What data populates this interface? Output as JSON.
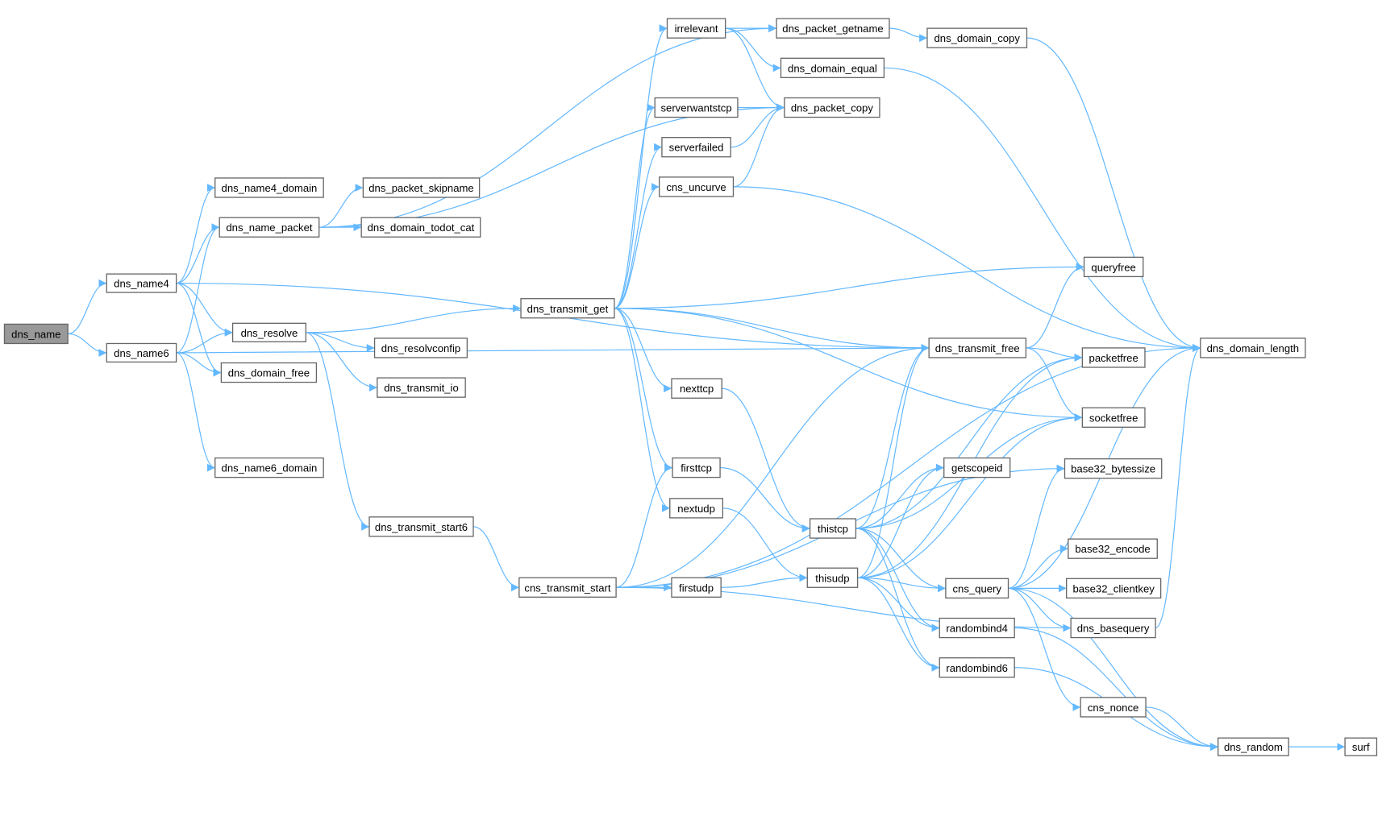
{
  "diagram": {
    "type": "call-graph",
    "root": "dns_name",
    "colors": {
      "edge": "#63b8ff",
      "root_fill": "#999999",
      "node_border": "#666666"
    },
    "nodes": [
      "dns_name",
      "dns_name4",
      "dns_name6",
      "dns_name4_domain",
      "dns_name_packet",
      "dns_resolve",
      "dns_domain_free",
      "dns_name6_domain",
      "dns_packet_skipname",
      "dns_domain_todot_cat",
      "dns_resolvconfip",
      "dns_transmit_io",
      "dns_transmit_start6",
      "dns_transmit_get",
      "cns_transmit_start",
      "irrelevant",
      "serverwantstcp",
      "serverfailed",
      "cns_uncurve",
      "nexttcp",
      "firsttcp",
      "nextudp",
      "firstudp",
      "dns_packet_getname",
      "dns_domain_equal",
      "dns_packet_copy",
      "thistcp",
      "thisudp",
      "dns_domain_copy",
      "dns_transmit_free",
      "getscopeid",
      "cns_query",
      "randombind4",
      "randombind6",
      "queryfree",
      "packetfree",
      "socketfree",
      "base32_bytessize",
      "base32_encode",
      "base32_clientkey",
      "dns_basequery",
      "cns_nonce",
      "dns_domain_length",
      "dns_random",
      "surf"
    ],
    "edges": [
      [
        "dns_name",
        "dns_name4"
      ],
      [
        "dns_name",
        "dns_name6"
      ],
      [
        "dns_name4",
        "dns_name4_domain"
      ],
      [
        "dns_name4",
        "dns_name_packet"
      ],
      [
        "dns_name4",
        "dns_resolve"
      ],
      [
        "dns_name4",
        "dns_domain_free"
      ],
      [
        "dns_name4",
        "dns_transmit_free"
      ],
      [
        "dns_name6",
        "dns_name_packet"
      ],
      [
        "dns_name6",
        "dns_resolve"
      ],
      [
        "dns_name6",
        "dns_domain_free"
      ],
      [
        "dns_name6",
        "dns_name6_domain"
      ],
      [
        "dns_name6",
        "dns_transmit_free"
      ],
      [
        "dns_name_packet",
        "dns_packet_getname"
      ],
      [
        "dns_name_packet",
        "dns_packet_copy"
      ],
      [
        "dns_name_packet",
        "dns_packet_skipname"
      ],
      [
        "dns_name_packet",
        "dns_domain_todot_cat"
      ],
      [
        "dns_resolve",
        "dns_transmit_get"
      ],
      [
        "dns_resolve",
        "dns_resolvconfip"
      ],
      [
        "dns_resolve",
        "dns_transmit_io"
      ],
      [
        "dns_resolve",
        "dns_transmit_start6"
      ],
      [
        "dns_transmit_start6",
        "cns_transmit_start"
      ],
      [
        "dns_transmit_get",
        "irrelevant"
      ],
      [
        "dns_transmit_get",
        "serverwantstcp"
      ],
      [
        "dns_transmit_get",
        "serverfailed"
      ],
      [
        "dns_transmit_get",
        "cns_uncurve"
      ],
      [
        "dns_transmit_get",
        "queryfree"
      ],
      [
        "dns_transmit_get",
        "socketfree"
      ],
      [
        "dns_transmit_get",
        "dns_transmit_free"
      ],
      [
        "dns_transmit_get",
        "nexttcp"
      ],
      [
        "dns_transmit_get",
        "firsttcp"
      ],
      [
        "dns_transmit_get",
        "nextudp"
      ],
      [
        "irrelevant",
        "dns_packet_getname"
      ],
      [
        "irrelevant",
        "dns_domain_equal"
      ],
      [
        "irrelevant",
        "dns_packet_copy"
      ],
      [
        "dns_packet_getname",
        "dns_domain_copy"
      ],
      [
        "dns_domain_copy",
        "dns_domain_length"
      ],
      [
        "dns_domain_equal",
        "dns_domain_length"
      ],
      [
        "serverwantstcp",
        "dns_packet_copy"
      ],
      [
        "serverfailed",
        "dns_packet_copy"
      ],
      [
        "cns_uncurve",
        "dns_packet_copy"
      ],
      [
        "cns_uncurve",
        "dns_domain_length"
      ],
      [
        "dns_transmit_free",
        "queryfree"
      ],
      [
        "dns_transmit_free",
        "packetfree"
      ],
      [
        "dns_transmit_free",
        "socketfree"
      ],
      [
        "nexttcp",
        "thistcp"
      ],
      [
        "firsttcp",
        "thistcp"
      ],
      [
        "nextudp",
        "thisudp"
      ],
      [
        "firstudp",
        "thisudp"
      ],
      [
        "cns_transmit_start",
        "firsttcp"
      ],
      [
        "cns_transmit_start",
        "firstudp"
      ],
      [
        "cns_transmit_start",
        "dns_transmit_free"
      ],
      [
        "cns_transmit_start",
        "base32_bytessize"
      ],
      [
        "cns_transmit_start",
        "dns_basequery"
      ],
      [
        "cns_transmit_start",
        "dns_domain_length"
      ],
      [
        "thistcp",
        "dns_transmit_free"
      ],
      [
        "thistcp",
        "socketfree"
      ],
      [
        "thistcp",
        "getscopeid"
      ],
      [
        "thistcp",
        "cns_query"
      ],
      [
        "thistcp",
        "randombind4"
      ],
      [
        "thistcp",
        "randombind6"
      ],
      [
        "thistcp",
        "packetfree"
      ],
      [
        "thisudp",
        "dns_transmit_free"
      ],
      [
        "thisudp",
        "socketfree"
      ],
      [
        "thisudp",
        "getscopeid"
      ],
      [
        "thisudp",
        "cns_query"
      ],
      [
        "thisudp",
        "randombind4"
      ],
      [
        "thisudp",
        "randombind6"
      ],
      [
        "thisudp",
        "packetfree"
      ],
      [
        "cns_query",
        "base32_bytessize"
      ],
      [
        "cns_query",
        "base32_encode"
      ],
      [
        "cns_query",
        "base32_clientkey"
      ],
      [
        "cns_query",
        "dns_basequery"
      ],
      [
        "cns_query",
        "cns_nonce"
      ],
      [
        "cns_query",
        "dns_random"
      ],
      [
        "cns_query",
        "dns_domain_length"
      ],
      [
        "dns_basequery",
        "dns_domain_length"
      ],
      [
        "cns_nonce",
        "dns_random"
      ],
      [
        "randombind4",
        "dns_random"
      ],
      [
        "randombind6",
        "dns_random"
      ],
      [
        "dns_random",
        "surf"
      ]
    ]
  }
}
